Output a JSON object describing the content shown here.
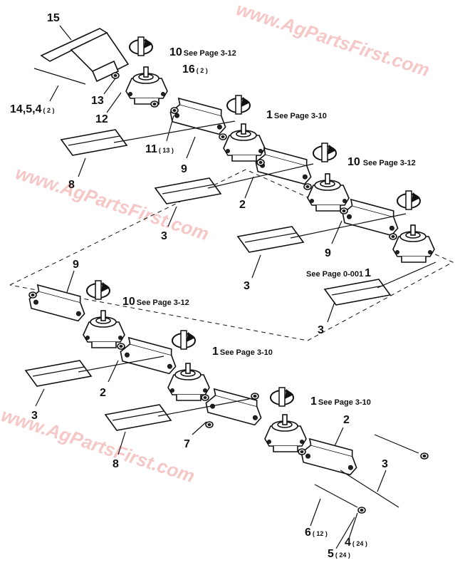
{
  "watermark": "www.AgPartsFirst.com",
  "callouts": [
    {
      "id": "c15",
      "num": "15",
      "qty": "",
      "ref": ""
    },
    {
      "id": "c10a",
      "num": "10",
      "qty": "",
      "ref": "See Page 3-12"
    },
    {
      "id": "c16",
      "num": "16",
      "qty": "( 2 )",
      "ref": ""
    },
    {
      "id": "c14",
      "num": "14,5,4",
      "qty": "( 2 )",
      "ref": ""
    },
    {
      "id": "c13",
      "num": "13",
      "qty": "",
      "ref": ""
    },
    {
      "id": "c12",
      "num": "12",
      "qty": "",
      "ref": ""
    },
    {
      "id": "c1a",
      "num": "1",
      "qty": "",
      "ref": "See Page 3-10"
    },
    {
      "id": "c11",
      "num": "11",
      "qty": "( 13 )",
      "ref": ""
    },
    {
      "id": "c9a",
      "num": "9",
      "qty": "",
      "ref": ""
    },
    {
      "id": "c8a",
      "num": "8",
      "qty": "",
      "ref": ""
    },
    {
      "id": "c10b",
      "num": "10",
      "qty": "",
      "ref": "See Page 3-12"
    },
    {
      "id": "c2a",
      "num": "2",
      "qty": "",
      "ref": ""
    },
    {
      "id": "c3a",
      "num": "3",
      "qty": "",
      "ref": ""
    },
    {
      "id": "c9b",
      "num": "9",
      "qty": "",
      "ref": ""
    },
    {
      "id": "c1b",
      "num": "1",
      "qty": "",
      "ref": "See Page 0-001"
    },
    {
      "id": "c3b",
      "num": "3",
      "qty": "",
      "ref": ""
    },
    {
      "id": "c3c",
      "num": "3",
      "qty": "",
      "ref": ""
    },
    {
      "id": "c9c",
      "num": "9",
      "qty": "",
      "ref": ""
    },
    {
      "id": "c10c",
      "num": "10",
      "qty": "",
      "ref": "See Page 3-12"
    },
    {
      "id": "c1c",
      "num": "1",
      "qty": "",
      "ref": "See Page 3-10"
    },
    {
      "id": "c2b",
      "num": "2",
      "qty": "",
      "ref": ""
    },
    {
      "id": "c3d",
      "num": "3",
      "qty": "",
      "ref": ""
    },
    {
      "id": "c1d",
      "num": "1",
      "qty": "",
      "ref": "See Page 3-10"
    },
    {
      "id": "c2c",
      "num": "2",
      "qty": "",
      "ref": ""
    },
    {
      "id": "c7",
      "num": "7",
      "qty": "",
      "ref": ""
    },
    {
      "id": "c8b",
      "num": "8",
      "qty": "",
      "ref": ""
    },
    {
      "id": "c3e",
      "num": "3",
      "qty": "",
      "ref": ""
    },
    {
      "id": "c6",
      "num": "6",
      "qty": "( 12 )",
      "ref": ""
    },
    {
      "id": "c4",
      "num": "4",
      "qty": "( 24 )",
      "ref": ""
    },
    {
      "id": "c5",
      "num": "5",
      "qty": "( 24 )",
      "ref": ""
    }
  ]
}
